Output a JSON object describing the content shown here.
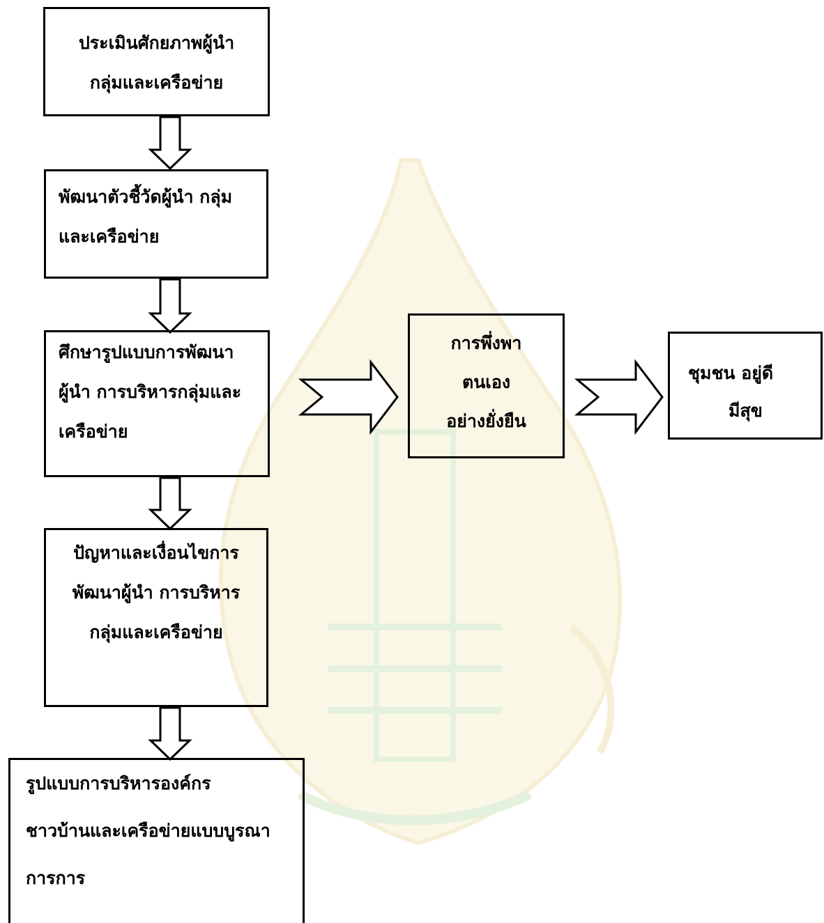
{
  "boxes": {
    "assess": {
      "lines": [
        "ประเมินศักยภาพผู้นำ",
        "กลุ่มและเครือข่าย"
      ]
    },
    "indicators": {
      "lines": [
        "พัฒนาตัวชี้วัดผู้นำ  กลุ่ม",
        "และเครือข่าย"
      ]
    },
    "study": {
      "lines": [
        "ศึกษารูปแบบการพัฒนา",
        "ผู้นำ  การบริหารกลุ่มและ",
        "เครือข่าย"
      ]
    },
    "problems": {
      "lines": [
        "ปัญหาและเงื่อนไขการ",
        "พัฒนาผู้นำ  การบริหาร",
        "กลุ่มและเครือข่าย"
      ]
    },
    "model": {
      "lines": [
        "รูปแบบการบริหารองค์กร",
        "ชาวบ้านและเครือข่ายแบบบูรณา",
        "การการ"
      ]
    },
    "self_reliance": {
      "lines": [
        "การพึ่งพา",
        "ตนเอง",
        "อย่างยั่งยืน"
      ]
    },
    "wellbeing": {
      "lines": [
        "ชุมชน อยู่ดี",
        "มีสุข"
      ]
    }
  },
  "colors": {
    "stroke": "#000000",
    "watermark_gold": "#e2c46a",
    "watermark_green": "#9fcf86"
  }
}
